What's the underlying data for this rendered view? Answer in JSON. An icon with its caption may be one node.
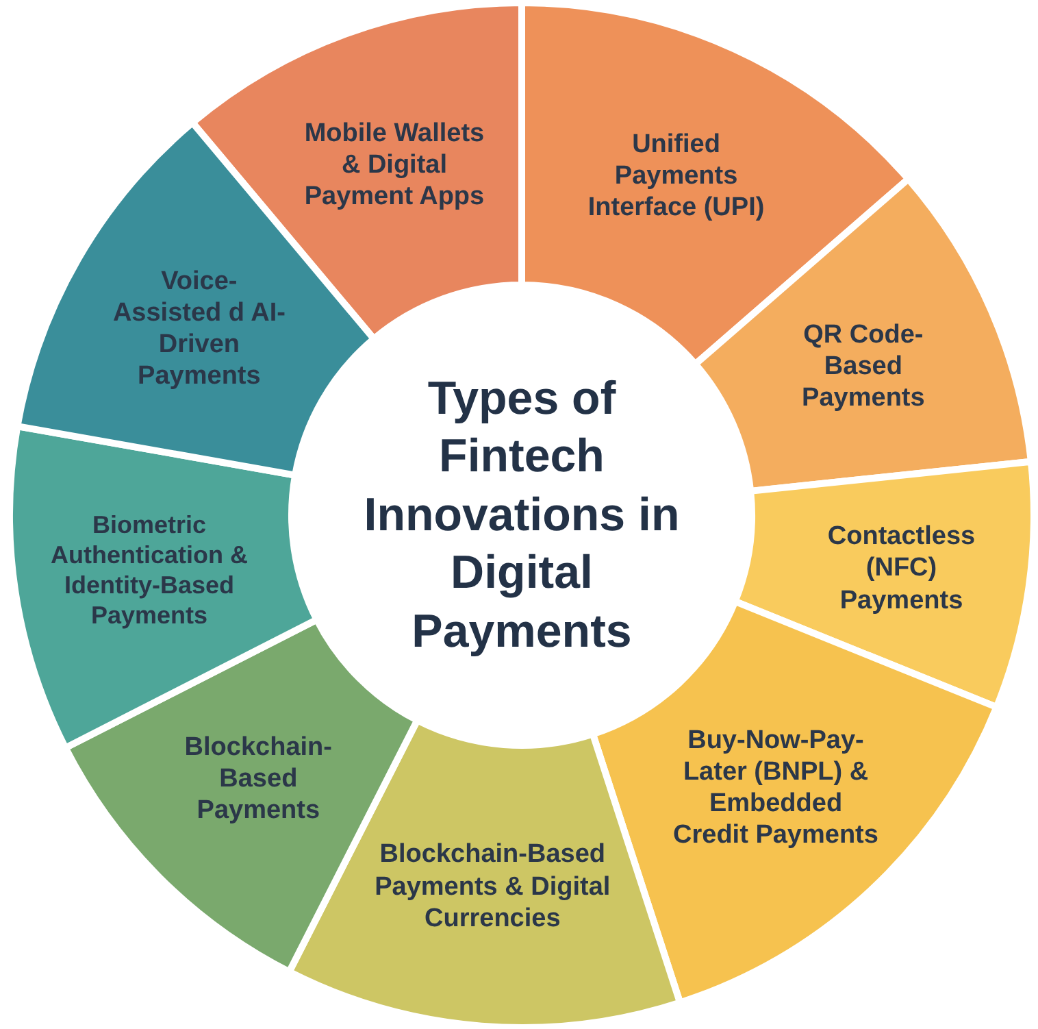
{
  "diagram": {
    "nodes": [
      {
        "text": [
          "Types of Fintech Innovations in Digital Payments"
        ]
      },
      {
        "text": [
          "Mobile Wallets & Digital Payment Apps"
        ]
      },
      {
        "text": [
          "Unified Payments Interface (UPI)"
        ]
      },
      {
        "text": [
          "QR Code-Based Payments"
        ]
      },
      {
        "text": [
          "Contactless (NFC) Payments"
        ]
      },
      {
        "text": [
          "Buy-Now-Pay-Later (BNPL) & Embedded Credit Payments"
        ]
      },
      {
        "text": [
          "Blockchain-Based Payments & Digital Currencies"
        ]
      },
      {
        "text": [
          "Blockchain-Based Payments"
        ]
      },
      {
        "text": [
          "Biometric Authentication & Identity-Based Payments"
        ]
      },
      {
        "text": [
          "Voice-Assisted d AI-Driven Payments"
        ]
      }
    ]
  }
}
